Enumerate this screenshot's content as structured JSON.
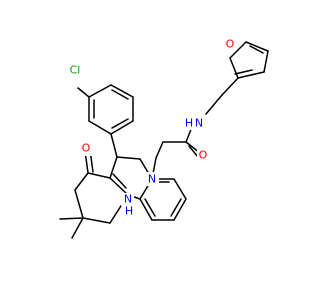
{
  "molecule": {
    "atoms": {
      "chlorine": {
        "label": "Cl",
        "color": "#00a000"
      },
      "furan_oxygen": {
        "label": "O",
        "color": "#ff0000"
      },
      "amide_nitrogen": {
        "label": "N",
        "color": "#0000ff"
      },
      "amide_hydrogen": {
        "label": "H",
        "color": "#0000ff"
      },
      "amide_oxygen": {
        "label": "O",
        "color": "#ff0000"
      },
      "ketone_oxygen": {
        "label": "O",
        "color": "#ff0000"
      },
      "ring_nitrogen": {
        "label": "N",
        "color": "#0000ff"
      },
      "ring_amine_nitrogen": {
        "label": "N",
        "color": "#0000ff"
      },
      "ring_amine_hydrogen": {
        "label": "H",
        "color": "#0000ff"
      }
    },
    "bond_color": "#000000"
  }
}
